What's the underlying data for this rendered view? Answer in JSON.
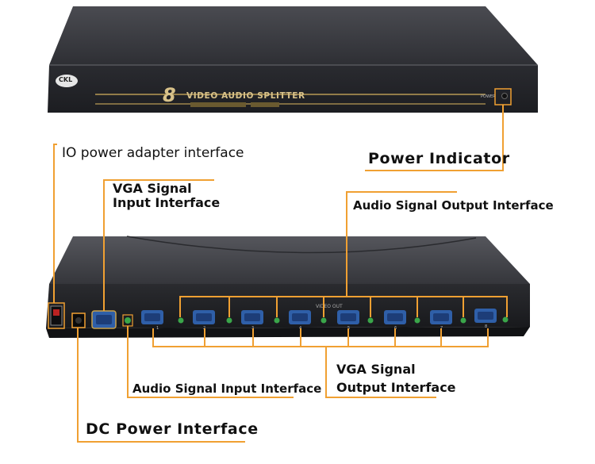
{
  "device": {
    "brand": "CKL",
    "model_number": "8",
    "product_name": "VIDEO AUDIO SPLITTER",
    "power_label": "POWER",
    "video_out_label": "VIDEO OUT",
    "port_numbers": [
      "1",
      "2",
      "3",
      "4",
      "5",
      "6",
      "7",
      "8"
    ]
  },
  "callouts": {
    "io_power": "IO power adapter interface",
    "power_indicator": "Power Indicator",
    "vga_input_line1": "VGA Signal",
    "vga_input_line2": "Input Interface",
    "audio_output": "Audio Signal Output Interface",
    "vga_output_line1": "VGA Signal",
    "vga_output_line2": "Output Interface",
    "audio_input": "Audio Signal Input Interface",
    "dc_power": "DC Power Interface"
  },
  "colors": {
    "leader_line": "#f0a032",
    "device_body": "#3c3d42",
    "vga_port": "#2f5fa8",
    "audio_jack": "#3aa64a"
  }
}
